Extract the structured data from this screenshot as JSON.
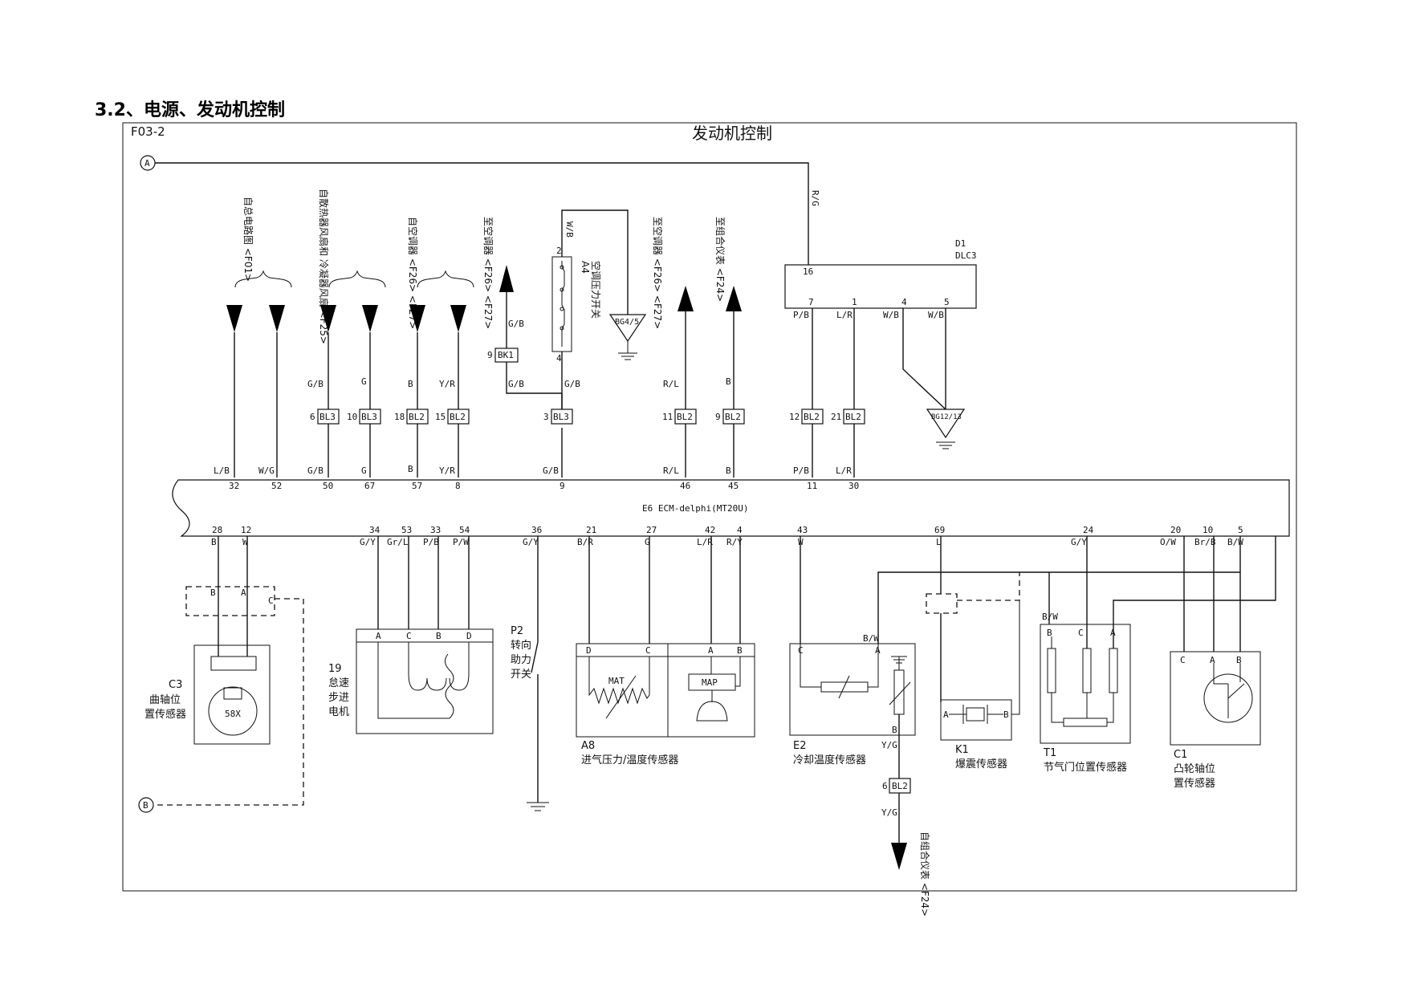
{
  "header": {
    "section_title": "3.2、电源、发动机控制",
    "page_code": "F03-2",
    "diagram_title": "发动机控制"
  },
  "nodes": {
    "A": "A",
    "B": "B"
  },
  "upper": {
    "dests": {
      "d1": "自总电路图 <F01>",
      "d2": "自散热器风扇和 冷凝器风扇 <F25>",
      "d3": "自空调器 <F26> <F27>",
      "d4": "至空调器 <F26> <F27>",
      "d5": "至空调器 <F26> <F27>",
      "d6": "至组合仪表 <F24>"
    },
    "wire_colors": {
      "rg": "R/G",
      "wb": "W/B",
      "gb": "G/B",
      "g": "G",
      "b": "B",
      "yr": "Y/R",
      "rl": "R/L",
      "pb": "P/B",
      "lr": "L/R",
      "lb": "L/B",
      "wg": "W/G"
    },
    "connectors": {
      "c1_pin": "6",
      "c1_id": "BL3",
      "c2_pin": "10",
      "c2_id": "BL3",
      "c3_pin": "18",
      "c3_id": "BL2",
      "c4_pin": "15",
      "c4_id": "BL2",
      "c5_pin": "3",
      "c5_id": "BL3",
      "c6_pin": "11",
      "c6_id": "BL2",
      "c7_pin": "9",
      "c7_id": "BL2",
      "c8_pin": "12",
      "c8_id": "BL2",
      "c9_pin": "21",
      "c9_id": "BL2",
      "bk1_pin": "9",
      "bk1_id": "BK1"
    },
    "switch_a4": {
      "ref": "A4",
      "name": "空调压力开关",
      "pin_top": "2",
      "pin_bottom": "4"
    },
    "ground_bg45": "BG4/5",
    "ground_bg1213": "BG12/13",
    "dlc": {
      "ref": "D1",
      "name": "DLC3",
      "pin16": "16",
      "pin7": "7",
      "pin1": "1",
      "pin4": "4",
      "pin5": "5"
    }
  },
  "ecm": {
    "label": "E6  ECM-delphi(MT20U)",
    "top_pins": [
      "32",
      "52",
      "50",
      "67",
      "57",
      "8",
      "9",
      "46",
      "45",
      "11",
      "30"
    ],
    "bottom_pins": [
      "28",
      "12",
      "34",
      "53",
      "33",
      "54",
      "36",
      "21",
      "27",
      "42",
      "4",
      "43",
      "69",
      "24",
      "20",
      "10",
      "5"
    ],
    "bottom_colors": [
      "B",
      "W",
      "G/Y",
      "Gr/L",
      "P/B",
      "P/W",
      "G/Y",
      "B/R",
      "G",
      "L/R",
      "R/Y",
      "W",
      "L",
      "G/Y",
      "O/W",
      "Br/B",
      "B/W"
    ]
  },
  "components": {
    "c3": {
      "ref": "C3",
      "name1": "曲轴位",
      "name2": "置传感器",
      "label": "58X",
      "pin_b": "B",
      "pin_a": "A",
      "pin_c": "C"
    },
    "m19": {
      "ref": "19",
      "name1": "怠速",
      "name2": "步进",
      "name3": "电机",
      "pins": [
        "A",
        "C",
        "B",
        "D"
      ]
    },
    "p2": {
      "ref": "P2",
      "name1": "转向",
      "name2": "助力",
      "name3": "开关"
    },
    "a8": {
      "ref": "A8",
      "name": "进气压力/温度传感器",
      "mat": "MAT",
      "map": "MAP",
      "pins": [
        "D",
        "C",
        "A",
        "B"
      ]
    },
    "e2": {
      "ref": "E2",
      "name": "冷却温度传感器",
      "pin_c": "C",
      "pin_a": "A",
      "pin_b": "B",
      "bw": "B/W",
      "yg": "Y/G",
      "conn_pin": "6",
      "conn_id": "BL2",
      "dest": "自组合仪表 <F24>"
    },
    "k1": {
      "ref": "K1",
      "name": "爆震传感器",
      "pin_a": "A",
      "pin_b": "B"
    },
    "t1": {
      "ref": "T1",
      "name": "节气门位置传感器",
      "bw": "B/W",
      "pins": [
        "B",
        "C",
        "A"
      ]
    },
    "c1": {
      "ref": "C1",
      "name1": "凸轮轴位",
      "name2": "置传感器",
      "pins": [
        "C",
        "A",
        "B"
      ]
    }
  }
}
